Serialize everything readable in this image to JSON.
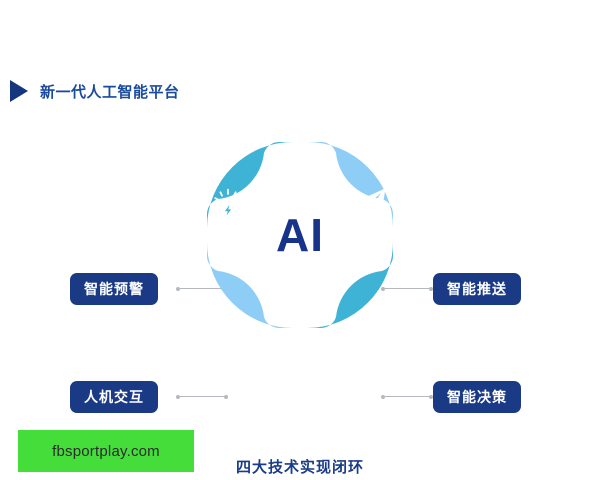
{
  "header": {
    "title": "新一代人工智能平台",
    "marker_icon": "triangle-right-icon",
    "marker_color": "#16357f",
    "title_color": "#1a4a9c"
  },
  "diagram": {
    "center_label": "AI",
    "center_color": "#17348a",
    "caption": "四大技术实现闭环",
    "caption_color": "#1a3c86",
    "chip_bg": "#1b3a85",
    "chip_text_color": "#ffffff",
    "connector_color": "#b5b9bd",
    "colors": {
      "teal": "#3fb3d6",
      "light_blue": "#8ecdf5"
    },
    "quadrants": [
      {
        "id": "warning",
        "position": "top-left",
        "label": "智能预警",
        "icon": "alarm-siren-icon",
        "color": "#3fb3d6"
      },
      {
        "id": "push",
        "position": "top-right",
        "label": "智能推送",
        "icon": "paper-plane-icon",
        "color": "#8ecdf5"
      },
      {
        "id": "hci",
        "position": "bottom-left",
        "label": "人机交互",
        "icon": "touch-hand-icon",
        "color": "#8ecdf5"
      },
      {
        "id": "decide",
        "position": "bottom-right",
        "label": "智能决策",
        "icon": "gavel-icon",
        "color": "#3fb3d6"
      }
    ]
  },
  "watermark": {
    "text": "fbsportplay.com",
    "background": "#44dd3a",
    "text_color": "#2b2b2b"
  }
}
